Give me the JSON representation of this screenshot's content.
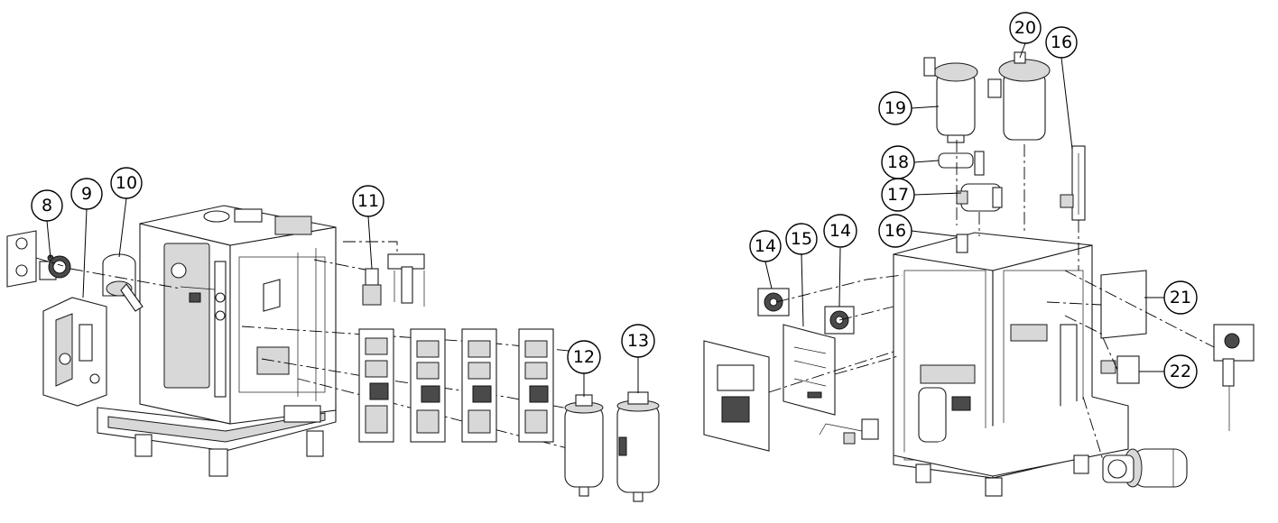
{
  "callouts": {
    "c8": "8",
    "c9": "9",
    "c10": "10",
    "c11": "11",
    "c12": "12",
    "c13": "13",
    "c14a": "14",
    "c15": "15",
    "c14b": "14",
    "c16a": "16",
    "c17": "17",
    "c18": "18",
    "c19": "19",
    "c20": "20",
    "c16b": "16",
    "c21": "21",
    "c22": "22"
  },
  "colors": {
    "line": "#1a1a1a",
    "background": "#ffffff",
    "shade": "#d8d8d8"
  }
}
